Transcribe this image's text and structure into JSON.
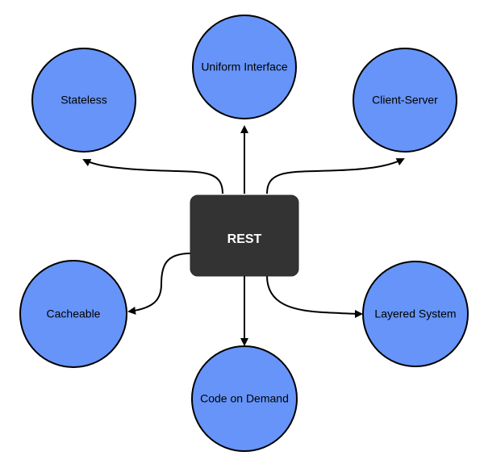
{
  "diagram": {
    "center": {
      "label": "REST"
    },
    "nodes": [
      {
        "id": "uniform-interface",
        "label": "Uniform Interface"
      },
      {
        "id": "stateless",
        "label": "Stateless"
      },
      {
        "id": "client-server",
        "label": "Client-Server"
      },
      {
        "id": "cacheable",
        "label": "Cacheable"
      },
      {
        "id": "layered-system",
        "label": "Layered System"
      },
      {
        "id": "code-on-demand",
        "label": "Code on Demand"
      }
    ],
    "colors": {
      "node_fill": "#6694f8",
      "node_stroke": "#000000",
      "center_fill": "#333333",
      "center_text": "#ffffff",
      "edge": "#000000"
    }
  }
}
